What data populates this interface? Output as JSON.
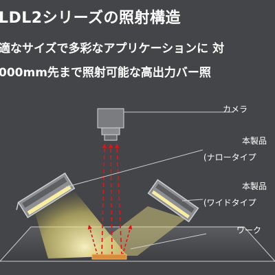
{
  "header": {
    "title": "LDL2シリーズの照射構造",
    "subtitle_line1": "適なサイズで多彩なアプリケーションに 対",
    "subtitle_line2": "000mm先まで照射可能な高出力バー照"
  },
  "labels": {
    "camera": "カメラ",
    "product_narrow_line1": "本製品",
    "product_narrow_line2": "(ナロータイプ",
    "product_wide_line1": "本製品",
    "product_wide_line2": "(ワイドタイプ",
    "work": "ワーク"
  },
  "colors": {
    "background": "#444548",
    "light_beam": "#f6e98a",
    "ray_arrow": "#e0151a",
    "work_piece": "#d98c3a",
    "leader_line": "#cfcfcf"
  }
}
